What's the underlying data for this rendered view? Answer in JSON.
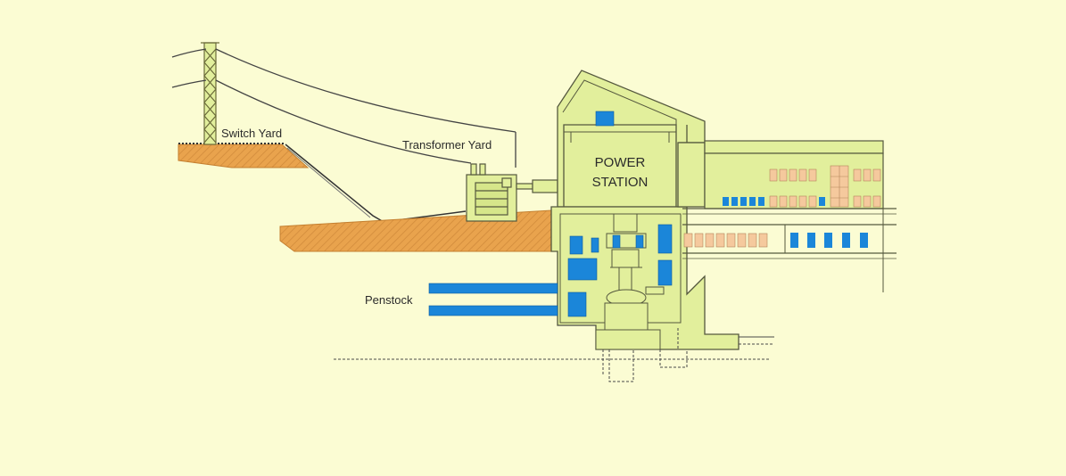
{
  "labels": {
    "switch_yard": "Switch Yard",
    "transformer_yard": "Transformer Yard",
    "power_station_line1": "POWER",
    "power_station_line2": "STATION",
    "penstock": "Penstock"
  },
  "colors": {
    "background": "#fbfcd3",
    "structure_fill": "#e2ef9c",
    "structure_stroke": "#55583e",
    "ground_fill": "#e9a34d",
    "equipment_blue": "#1b86d9",
    "window_fill": "#f5c99d",
    "line": "#4a4a4a"
  }
}
